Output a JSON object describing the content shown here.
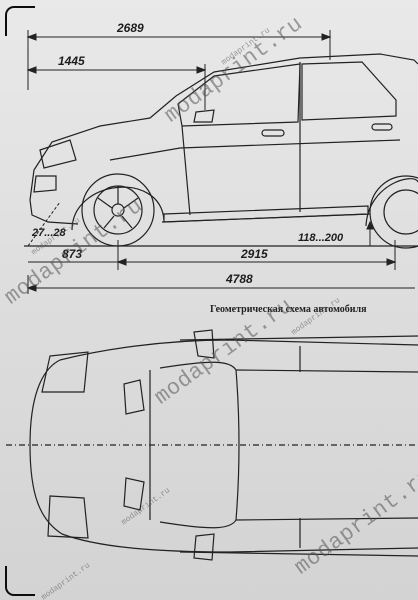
{
  "dimensions": {
    "overall_height": "2689",
    "rear_overhang_top": "1445",
    "approach_angle": "27...28",
    "ground_clearance": "118...200",
    "front_overhang": "873",
    "wheelbase": "2915",
    "overall_length": "4788"
  },
  "caption": "Геометрическая схема автомобиля",
  "watermarks": {
    "large": "modaprint.ru",
    "small": "modaprint.ru"
  }
}
